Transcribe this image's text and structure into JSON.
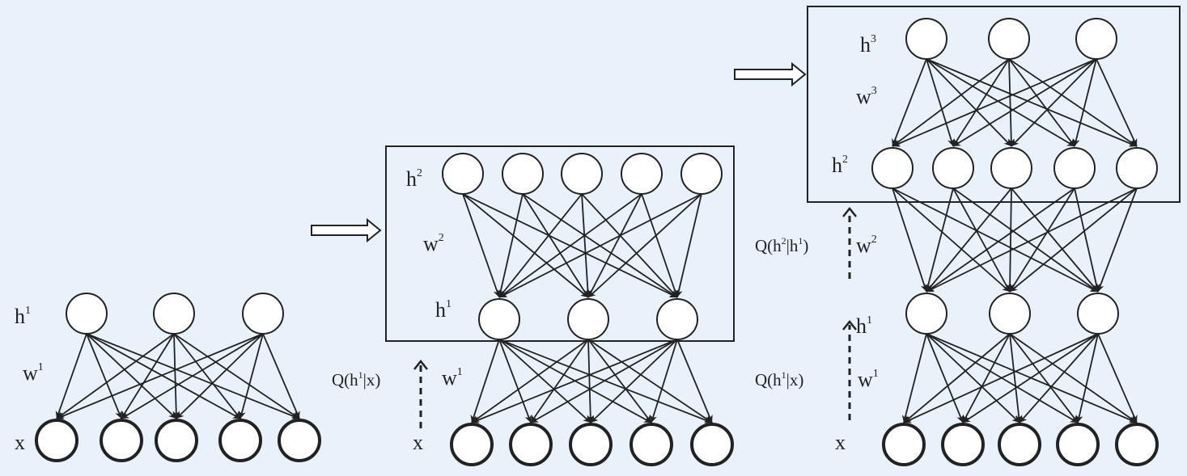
{
  "panels": [
    {
      "name": "rbm-layer-1",
      "labels": {
        "h1": "h",
        "h1_sup": "1",
        "w1": "w",
        "w1_sup": "1",
        "x": "x"
      },
      "layers": {
        "h1": 3,
        "x": 5
      }
    },
    {
      "name": "stack-layer-2",
      "labels": {
        "h2": "h",
        "h2_sup": "2",
        "w2": "w",
        "w2_sup": "2",
        "h1": "h",
        "h1_sup": "1",
        "w1": "w",
        "w1_sup": "1",
        "x": "x",
        "q1": "Q(h",
        "q1_sup": "1",
        "q1_end": "|x)"
      },
      "layers": {
        "h2": 5,
        "h1": 3,
        "x": 5
      }
    },
    {
      "name": "stack-layer-3",
      "labels": {
        "h3": "h",
        "h3_sup": "3",
        "w3": "w",
        "w3_sup": "3",
        "h2": "h",
        "h2_sup": "2",
        "w2": "w",
        "w2_sup": "2",
        "h1": "h",
        "h1_sup": "1",
        "w1": "w",
        "w1_sup": "1",
        "x": "x",
        "q2": "Q(h",
        "q2_sup": "2",
        "q2_mid": "|h",
        "q2_sup2": "1",
        "q2_end": ")",
        "q1": "Q(h",
        "q1_sup": "1",
        "q1_end": "|x)"
      },
      "layers": {
        "h3": 3,
        "h2": 5,
        "h1": 3,
        "x": 5
      }
    }
  ],
  "colors": {
    "background": "#e9f1fb",
    "stroke": "#222222"
  }
}
